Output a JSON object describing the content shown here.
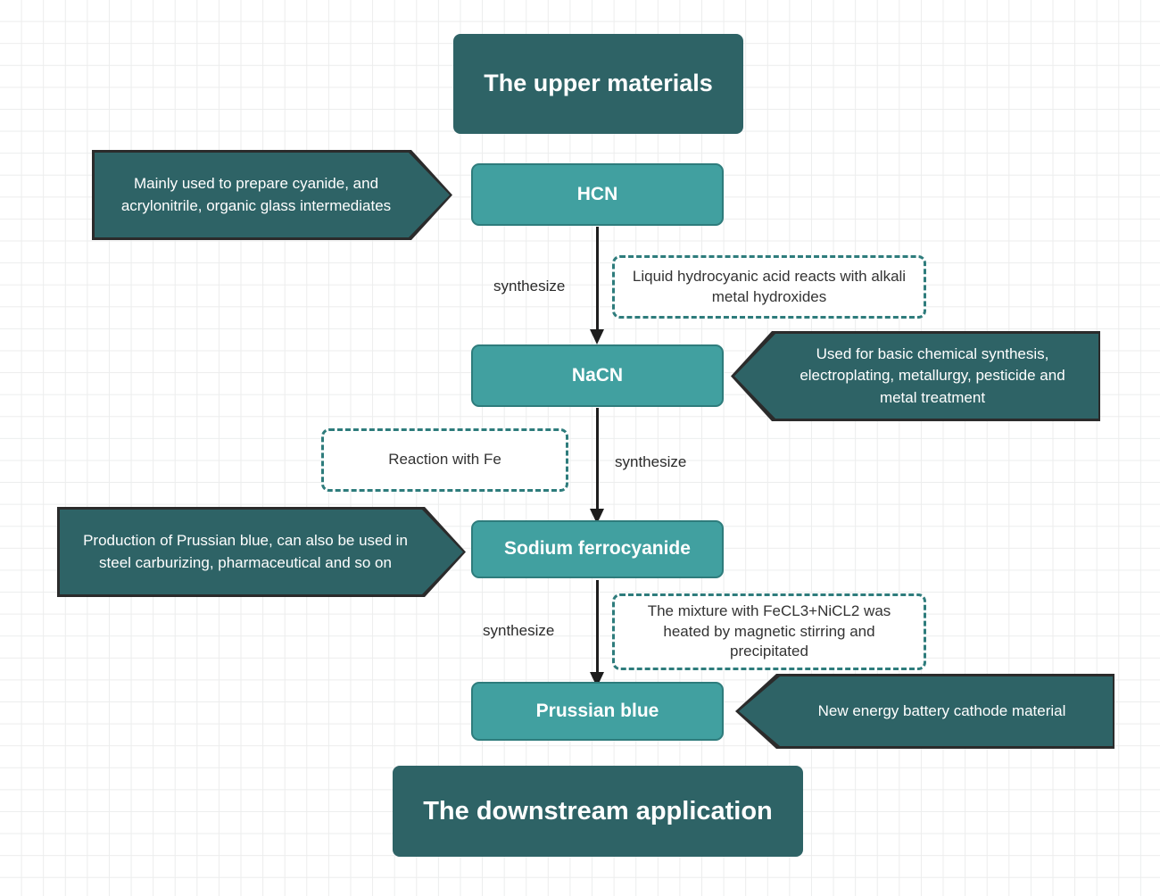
{
  "diagram": {
    "title_top": "The upper materials",
    "title_bottom": "The downstream application",
    "nodes": {
      "hcn": "HCN",
      "nacn": "NaCN",
      "sodium_ferrocyanide": "Sodium ferrocyanide",
      "prussian_blue": "Prussian blue"
    },
    "callouts": {
      "hcn_uses": "Mainly used to prepare cyanide, and acrylonitrile, organic glass intermediates",
      "nacn_uses": "Used for basic chemical synthesis, electroplating, metallurgy, pesticide and metal treatment",
      "ferrocyanide_uses": "Production of Prussian blue, can also be used in steel carburizing, pharmaceutical and so on",
      "prussian_blue_uses": "New energy battery cathode material"
    },
    "notes": {
      "hcn_to_nacn": "Liquid hydrocyanic acid reacts with alkali metal hydroxides",
      "nacn_to_ferrocyanide": "Reaction with Fe",
      "ferrocyanide_to_prussian": "The mixture with FeCL3+NiCL2 was heated by magnetic stirring and precipitated"
    },
    "edge_labels": {
      "hcn_to_nacn": "synthesize",
      "nacn_to_ferrocyanide": "synthesize",
      "ferrocyanide_to_prussian": "synthesize"
    },
    "colors": {
      "dark_teal": "#2e6366",
      "light_teal": "#41a0a0",
      "outline": "#2b2b2b",
      "note_border": "#2e7c7c",
      "note_text": "#333333",
      "grid_line": "#eceded",
      "background": "#ffffff"
    }
  }
}
